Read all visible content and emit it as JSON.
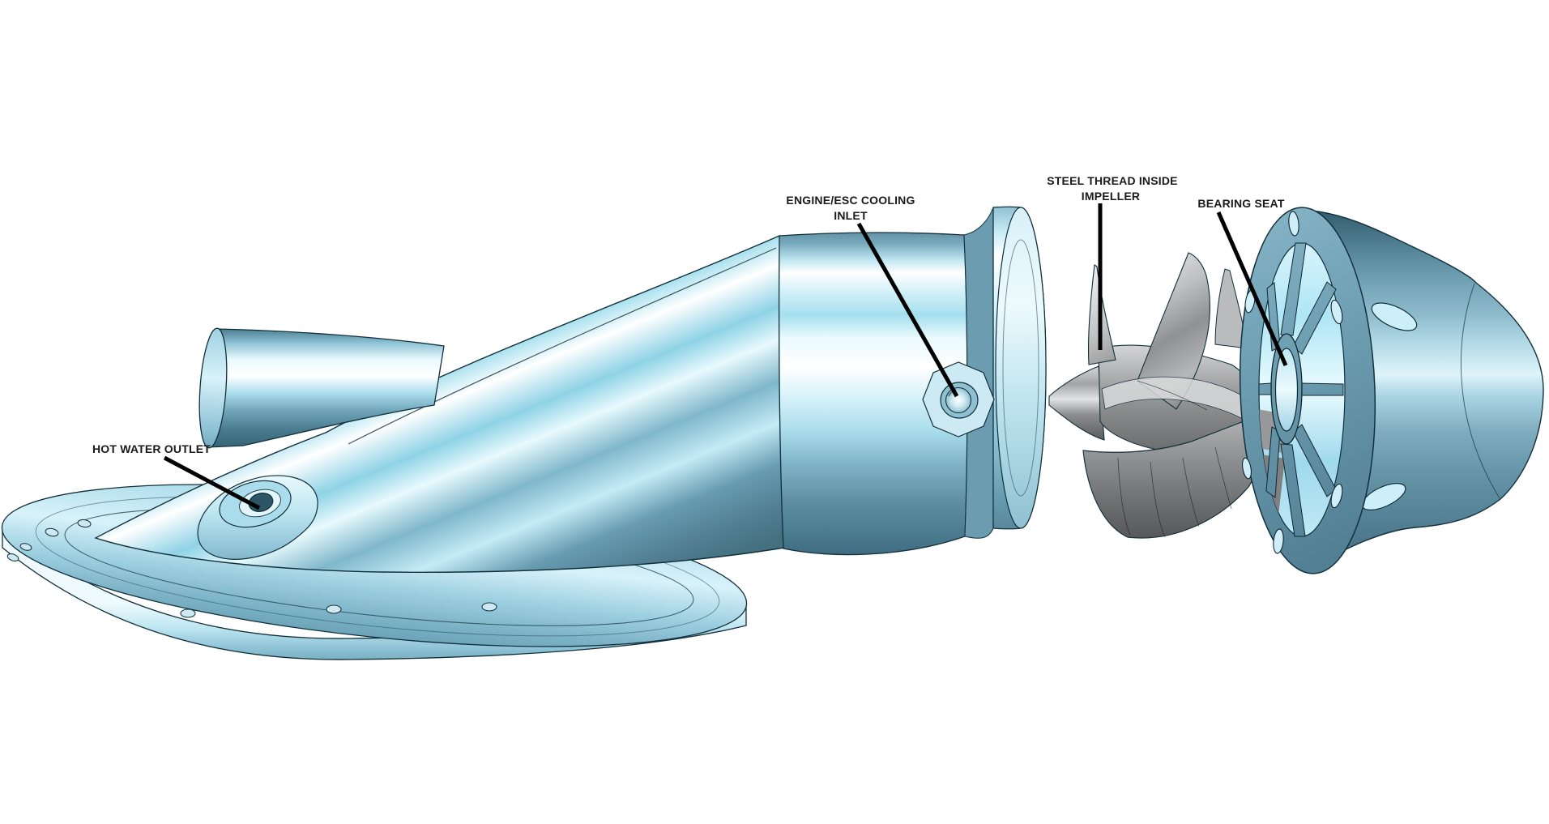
{
  "colors": {
    "background": "#ffffff",
    "label_text": "#1a1a1a",
    "leader_line": "#000000",
    "outline": "#12303c",
    "housing_base": "#8fc6d8",
    "housing_highlight": "#ffffff",
    "housing_shadow": "#4b7d91",
    "stator_face": "#6d9db1",
    "glow_cyan": "#aee6f5",
    "impeller_base": "#97999b",
    "impeller_shadow": "#55575a"
  },
  "annotations": [
    {
      "id": "hot-water-outlet",
      "lines": [
        "HOT WATER OUTLET"
      ]
    },
    {
      "id": "engine-esc-cooling-inlet",
      "lines": [
        "ENGINE/ESC COOLING",
        "INLET"
      ]
    },
    {
      "id": "steel-thread-inside-impeller",
      "lines": [
        "STEEL THREAD INSIDE",
        "IMPELLER"
      ]
    },
    {
      "id": "bearing-seat",
      "lines": [
        "BEARING SEAT"
      ]
    }
  ]
}
